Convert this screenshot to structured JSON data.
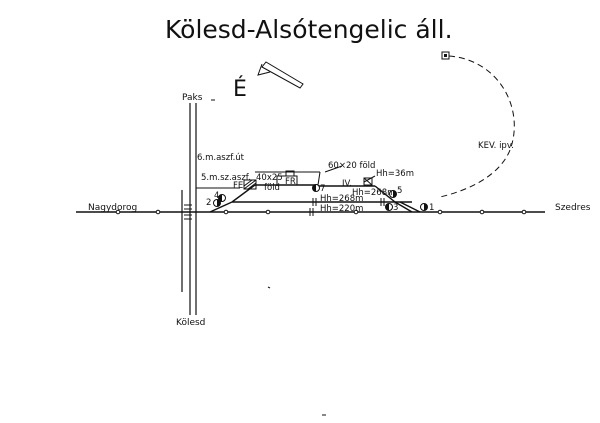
{
  "title": "Kölesd-Alsótengelic áll.",
  "north_marker": "É",
  "labels": {
    "paks": "Paks",
    "kolesd": "Kölesd",
    "nagydorog": "Nagydorog",
    "szedres": "Szedres",
    "road_6": "6.m.aszf.út",
    "road_5": "5.m.sz.aszf.",
    "ramp_60x20": "60×20 föld",
    "ramp_40x25": "40x25",
    "fold": "föld",
    "fe": "FE",
    "fr": "FR",
    "hh36": "Hh=36m",
    "track_iv": "IV.",
    "hh268_a": "Hh=268m",
    "hh268_b": "Hh=268m",
    "hh220": "Hh=220m",
    "kev": "KEV. ipv.",
    "sw2": "2",
    "sw4": "4",
    "sw7": "7",
    "sw5": "5",
    "sw3": "3",
    "sw1": "1"
  }
}
